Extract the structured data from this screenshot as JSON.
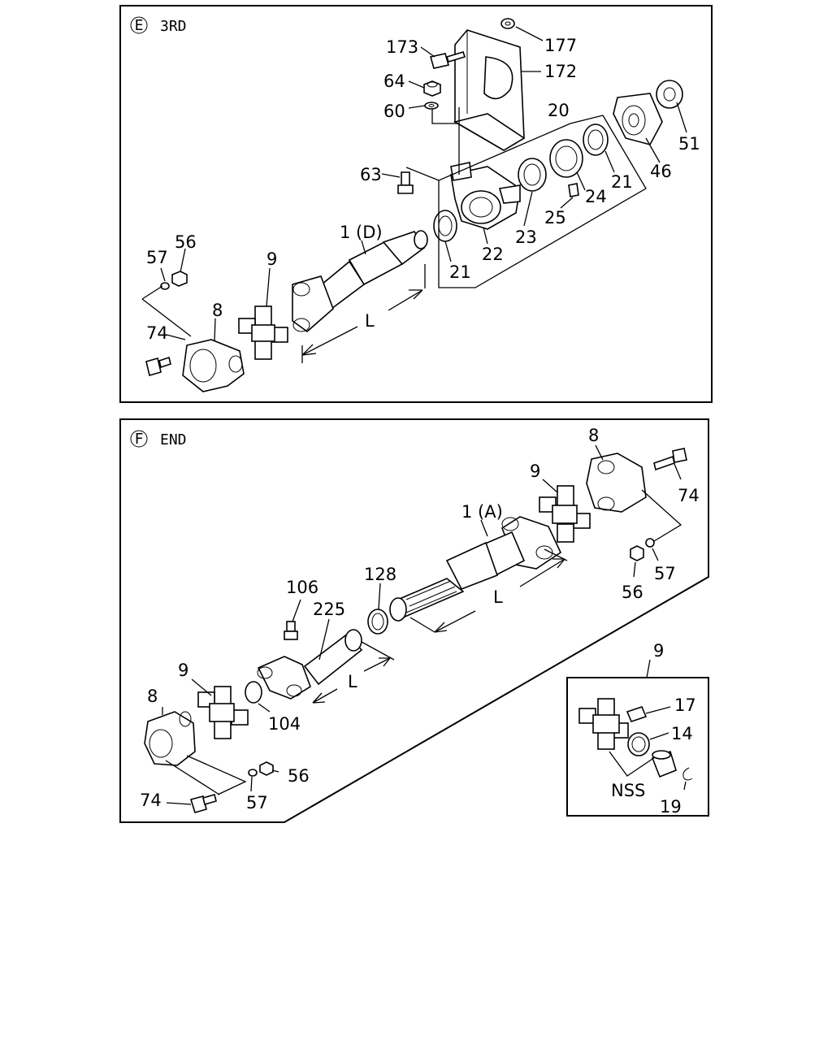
{
  "sections": {
    "third": {
      "marker": "E",
      "title": "3RD",
      "labels": {
        "p173": "173",
        "p177": "177",
        "p64": "64",
        "p172": "172",
        "p60": "60",
        "p20": "20",
        "p51": "51",
        "p46": "46",
        "p21a": "21",
        "p24": "24",
        "p63": "63",
        "p25": "25",
        "p23": "23",
        "p1d": "1 (D)",
        "p22": "22",
        "p56": "56",
        "p57": "57",
        "p9": "9",
        "p21b": "21",
        "p8": "8",
        "p74": "74",
        "len": "L"
      }
    },
    "end": {
      "marker": "F",
      "title": "END",
      "labels": {
        "p8a": "8",
        "p74a": "74",
        "p9a": "9",
        "p1a": "1 (A)",
        "p57a": "57",
        "p56a": "56",
        "lenA": "L",
        "p106": "106",
        "p128": "128",
        "p225": "225",
        "p9b": "9",
        "lenB": "L",
        "p8b": "8",
        "p104": "104",
        "p56b": "56",
        "p74b": "74",
        "p57b": "57"
      }
    },
    "inset": {
      "labels": {
        "p9": "9",
        "p17": "17",
        "p14": "14",
        "nss": "NSS",
        "p19": "19"
      }
    }
  }
}
